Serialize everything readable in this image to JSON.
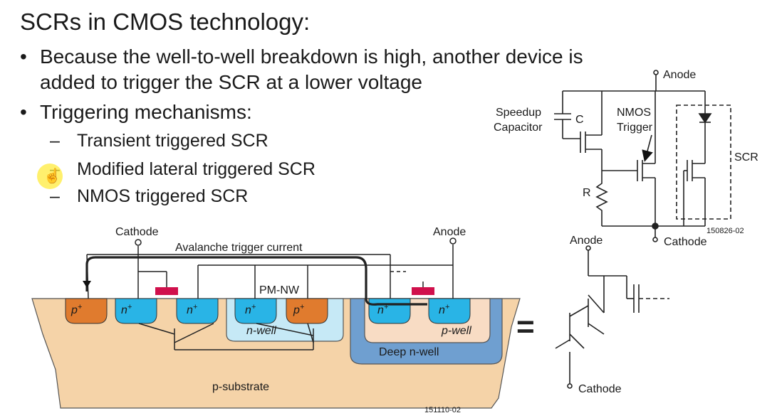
{
  "slide": {
    "title": "SCRs in CMOS technology:",
    "bullets": [
      {
        "marker": "•",
        "text_line1": "Because the well-to-well breakdown is high, another device is",
        "text_line2": "added to trigger the SCR at a lower voltage"
      },
      {
        "marker": "•",
        "text_line1": "Triggering mechanisms:"
      }
    ],
    "sub_bullets": [
      {
        "marker": "–",
        "text": "Transient triggered SCR"
      },
      {
        "marker": "–",
        "text": "Modified lateral triggered SCR"
      },
      {
        "marker": "–",
        "text": "NMOS triggered SCR"
      }
    ]
  },
  "circuit": {
    "anode": "Anode",
    "speedup_line1": "Speedup",
    "speedup_line2": "Capacitor",
    "cap": "C",
    "nmos_line1": "NMOS",
    "nmos_line2": "Trigger",
    "scr": "SCR",
    "resistor": "R",
    "cathode": "Cathode",
    "fig_id": "150826-02"
  },
  "cross_section": {
    "cathode": "Cathode",
    "anode": "Anode",
    "avalanche": "Avalanche trigger current",
    "pmnw": "PM-NW",
    "p_plus": "p",
    "n_plus": "n",
    "sup": "+",
    "n_well": "n-well",
    "p_well": "p-well",
    "deep_nwell": "Deep n-well",
    "substrate": "p-substrate",
    "fig_id": "151110-02",
    "equals": "="
  },
  "equivalent": {
    "anode": "Anode",
    "cathode": "Cathode"
  },
  "colors": {
    "substrate": "#f5d3a8",
    "n_plus": "#29b4e6",
    "p_plus": "#e07b2e",
    "n_well": "#c6e9f6",
    "p_well": "#f8dcc4",
    "deep_nwell": "#6f9fd0",
    "gate": "#d0104c",
    "cursor": "#ffeb3c"
  }
}
